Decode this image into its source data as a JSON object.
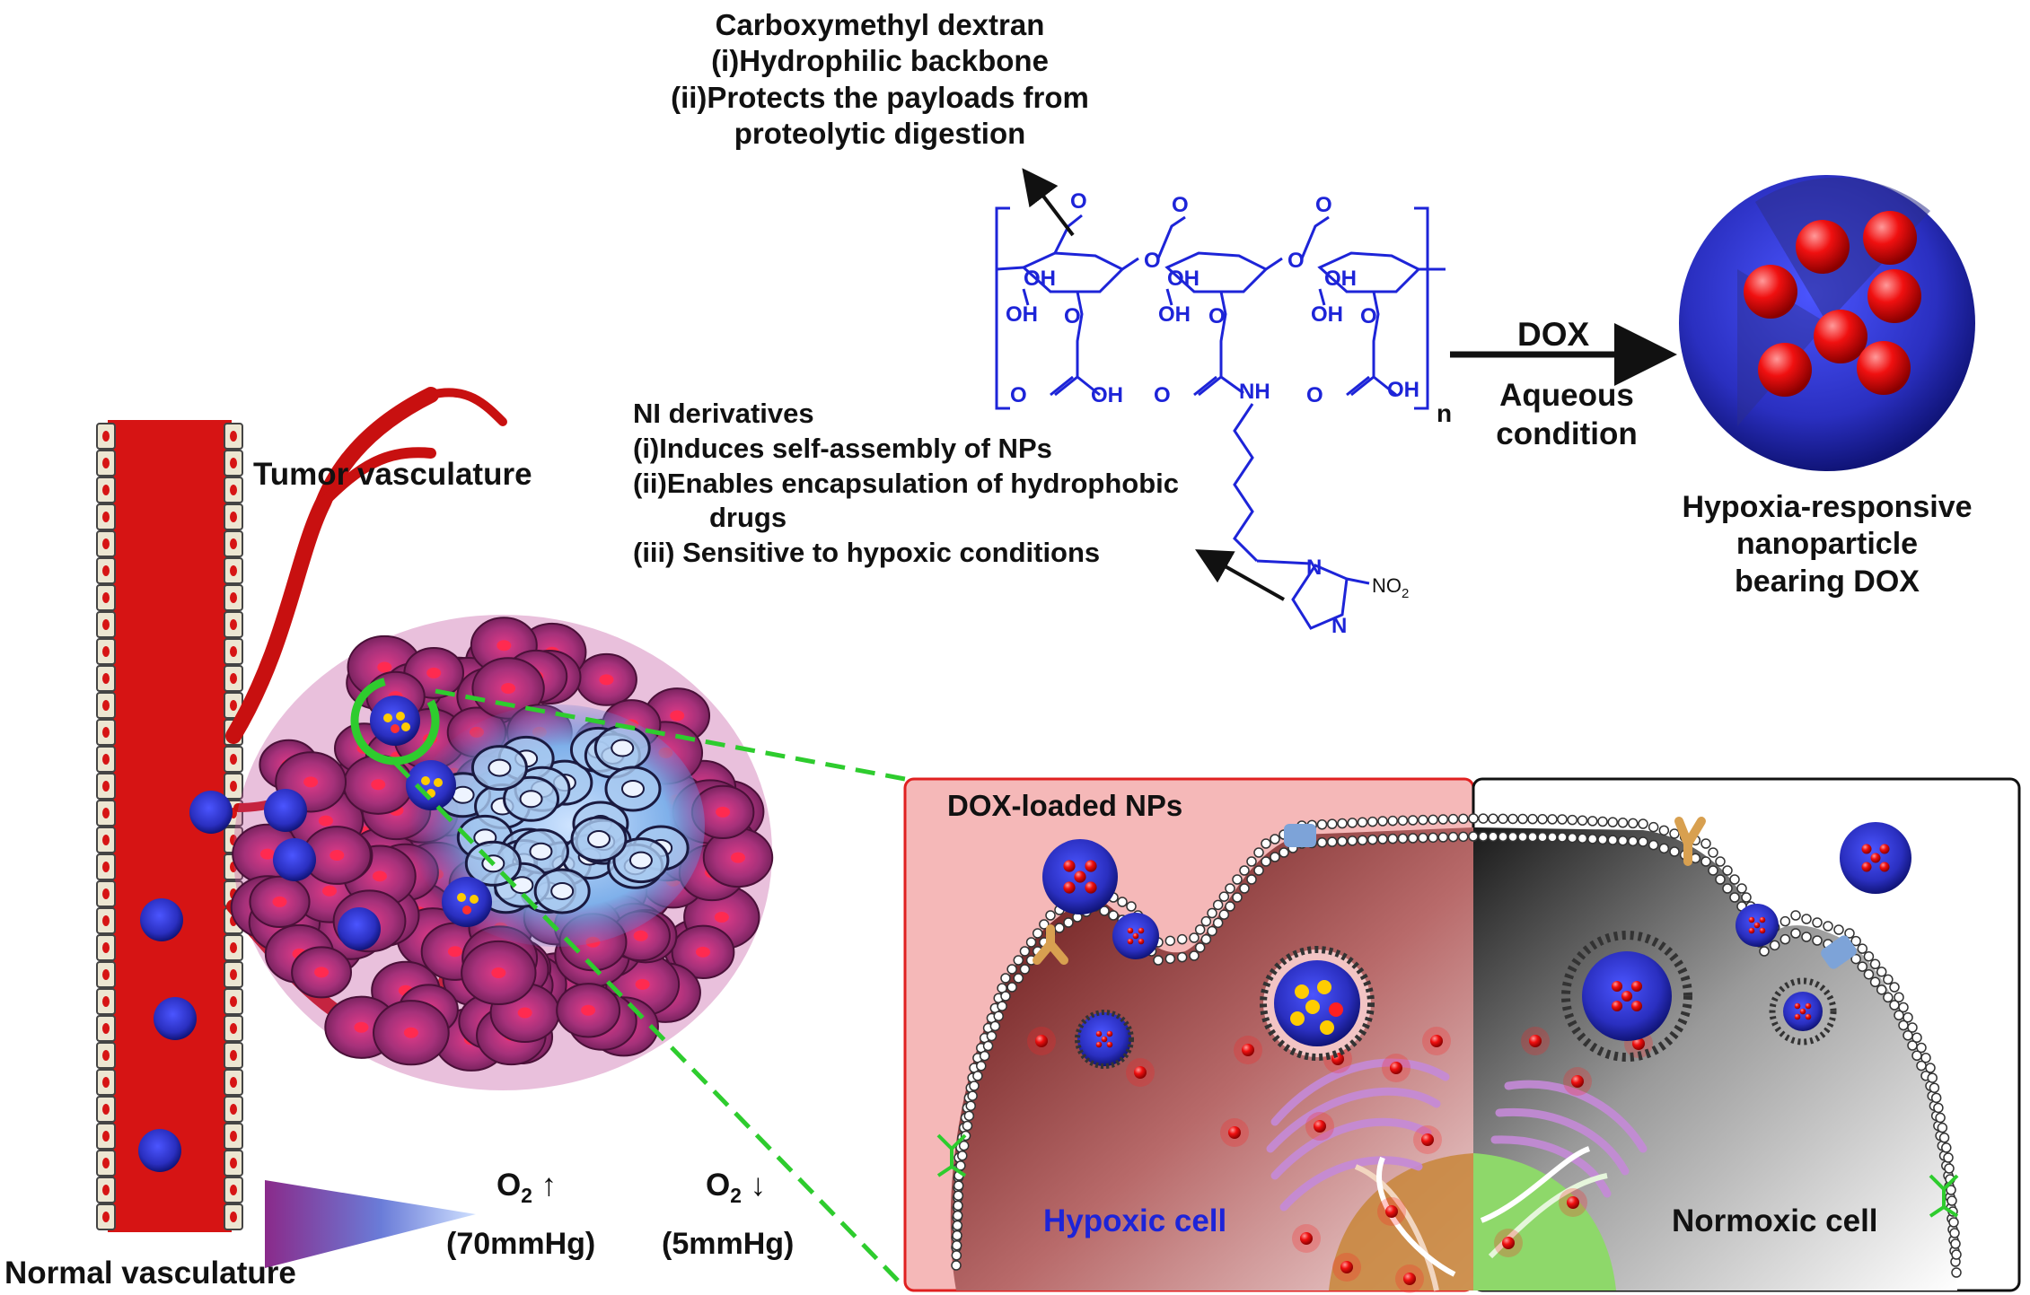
{
  "chem": {
    "cmd_title": "Carboxymethyl dextran",
    "cmd_1": "(i)Hydrophilic backbone",
    "cmd_2": "(ii)Protects the payloads from",
    "cmd_3": "proteolytic digestion",
    "ni_title": "NI derivatives",
    "ni_1": "(i)Induces self-assembly of NPs",
    "ni_2": "(ii)Enables encapsulation of hydrophobic",
    "ni_2b": "drugs",
    "ni_3": "(iii) Sensitive to hypoxic conditions",
    "oh": "OH",
    "nh": "NH",
    "n_atom": "N",
    "n_sub": "n",
    "no2": "NO",
    "no2_sub": "2",
    "o_atom": "O"
  },
  "reaction": {
    "dox": "DOX",
    "condition_1": "Aqueous",
    "condition_2": "condition"
  },
  "nanoparticle": {
    "line1": "Hypoxia-responsive",
    "line2": "nanoparticle",
    "line3": "bearing DOX"
  },
  "tumor": {
    "tumor_vasculature": "Tumor vasculature",
    "normal_vasculature": "Normal vasculature",
    "o2": "O",
    "o2_sub": "2",
    "o2_up": "↑",
    "o2_down": "↓",
    "high_pressure": "(70mmHg)",
    "low_pressure": "(5mmHg)"
  },
  "cells": {
    "dox_loaded": "DOX-loaded NPs",
    "hypoxic": "Hypoxic cell",
    "normoxic": "Normoxic cell"
  },
  "colors": {
    "vessel_red": "#d61414",
    "tumor_magenta": "#9b2c6e",
    "np_blue": "#2a2fc0",
    "chem_blue": "#1d24d8",
    "hypoxic_bg": "#f5b8b8",
    "highlight_green": "#2ecc2e"
  }
}
